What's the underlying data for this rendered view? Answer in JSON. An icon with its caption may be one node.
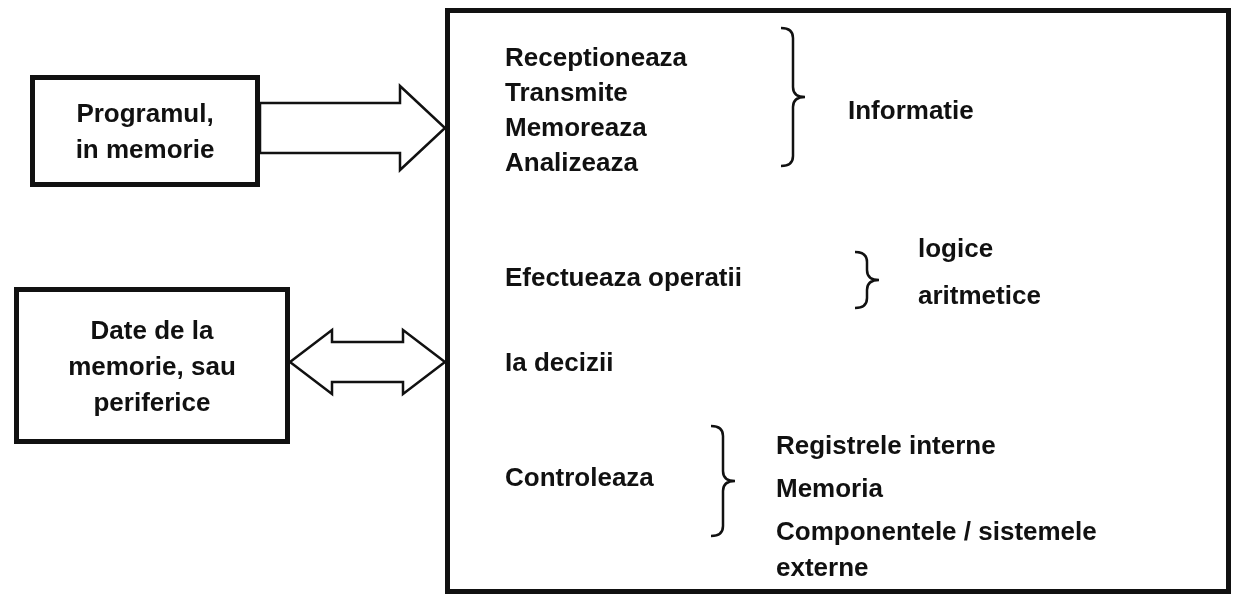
{
  "diagram": {
    "nodes": [
      {
        "text": [
          "Programul, in memorie"
        ]
      },
      {
        "text": [
          "Date de la memorie, sau periferice"
        ]
      },
      {
        "text": [
          "Receptioneaza",
          "Transmite",
          "Memoreaza",
          "Analizeaza",
          "Informatie",
          "Efectueaza operatii",
          "logice",
          "aritmetice",
          "Ia decizii",
          "Controleaza",
          "Registrele interne",
          "Memoria",
          "Componentele / sistemele externe"
        ]
      }
    ],
    "edges": [
      {
        "from": 0,
        "to": 2,
        "arrow": "to"
      },
      {
        "from": 1,
        "to": 2,
        "arrow": "both"
      }
    ]
  }
}
